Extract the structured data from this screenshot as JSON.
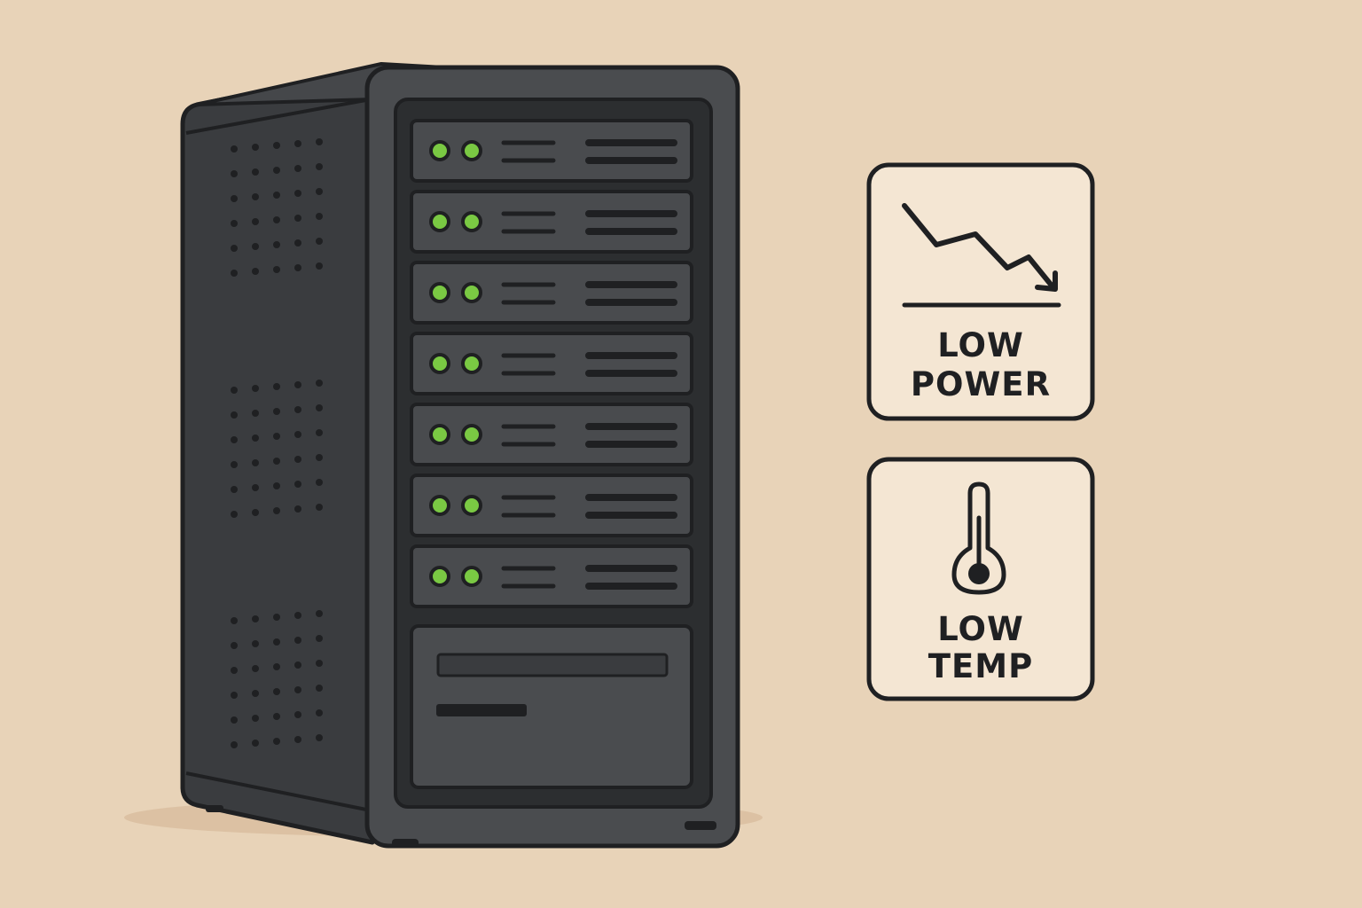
{
  "badges": {
    "power": {
      "line1": "LOW",
      "line2": "POWER",
      "icon": "downtrend-chart-icon"
    },
    "temp": {
      "line1": "LOW",
      "line2": "TEMP",
      "icon": "thermometer-icon"
    }
  },
  "colors": {
    "background": "#e8d3b8",
    "server_body": "#3a3c3f",
    "server_front": "#494b4e",
    "outline": "#1f2022",
    "led_green": "#7ac943",
    "badge_fill": "#f4e6d3"
  },
  "server": {
    "drive_bays": 7,
    "led_status": "green"
  }
}
